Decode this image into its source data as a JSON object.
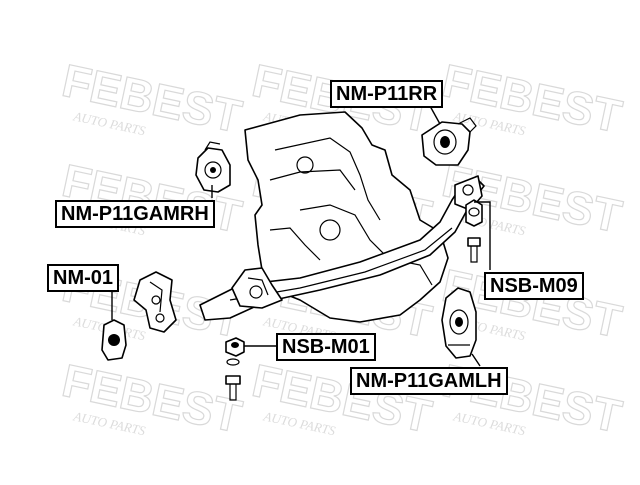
{
  "watermark": {
    "brand": "FEBEST",
    "sub": "AUTO PARTS"
  },
  "labels": {
    "nm_p11rr": "NM-P11RR",
    "nm_p11gamrh": "NM-P11GAMRH",
    "nm_01": "NM-01",
    "nsb_m09": "NSB-M09",
    "nsb_m01": "NSB-M01",
    "nm_p11gamlh": "NM-P11GAMLH"
  },
  "colors": {
    "line": "#000000",
    "watermark": "#d9d9d9",
    "background": "#ffffff"
  }
}
